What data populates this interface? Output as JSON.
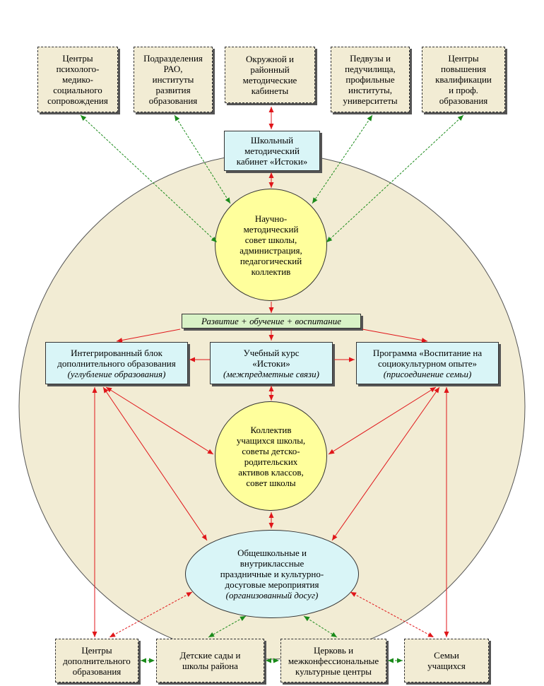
{
  "top_boxes": [
    {
      "lines": [
        "Центры",
        "психолого-",
        "медико-",
        "социального",
        "сопровождения"
      ]
    },
    {
      "lines": [
        "Подразделения",
        "РАО,",
        "институты",
        "развития",
        "образования"
      ]
    },
    {
      "lines": [
        "Окружной и",
        "районный",
        "методические",
        "кабинеты"
      ]
    },
    {
      "lines": [
        "Педвузы и",
        "педучилища,",
        "профильные",
        "институты,",
        "университеты"
      ]
    },
    {
      "lines": [
        "Центры",
        "повышения",
        "квалификации",
        "и проф.",
        "образования"
      ]
    }
  ],
  "school_cabinet": {
    "lines": [
      "Школьный",
      "методический",
      "кабинет «Истоки»"
    ]
  },
  "council": {
    "lines": [
      "Научно-",
      "методический",
      "совет школы,",
      "администрация,",
      "педагогический",
      "коллектив"
    ]
  },
  "banner": {
    "text": "Развитие + обучение + воспитание"
  },
  "blocks": [
    {
      "lines": [
        "Интегрированный блок",
        "дополнительного образования"
      ],
      "italic": "(углубление образования)"
    },
    {
      "lines": [
        "Учебный курс",
        "«Истоки»"
      ],
      "italic": "(межпредметные связи)"
    },
    {
      "lines": [
        "Программа «Воспитание на",
        "социокультурном опыте»"
      ],
      "italic": "(присоединение семьи)"
    }
  ],
  "collective": {
    "lines": [
      "Коллектив",
      "учащихся школы,",
      "советы детско-",
      "родительских",
      "активов классов,",
      "совет школы"
    ]
  },
  "events": {
    "lines": [
      "Общешкольные и",
      "внутриклассные",
      "праздничные и культурно-",
      "досуговые мероприятия"
    ],
    "italic": "(организованный досуг)"
  },
  "bottom_boxes": [
    {
      "lines": [
        "Центры",
        "дополнительного",
        "образования"
      ]
    },
    {
      "lines": [
        "Детские сады и",
        "школы района"
      ]
    },
    {
      "lines": [
        "Церковь и",
        "межконфессиональные",
        "культурные центры"
      ]
    },
    {
      "lines": [
        "Семьи",
        "учащихся"
      ]
    }
  ],
  "colors": {
    "green_arrow": "#1a8a1a",
    "red_arrow": "#e0161a",
    "big_circle_fill": "#f2ecd4",
    "box_fill": "#f2ecd4",
    "cyan_fill": "#d9f5f7",
    "yellow_fill": "#ffff9c",
    "banner_fill": "#d8f2c6"
  }
}
